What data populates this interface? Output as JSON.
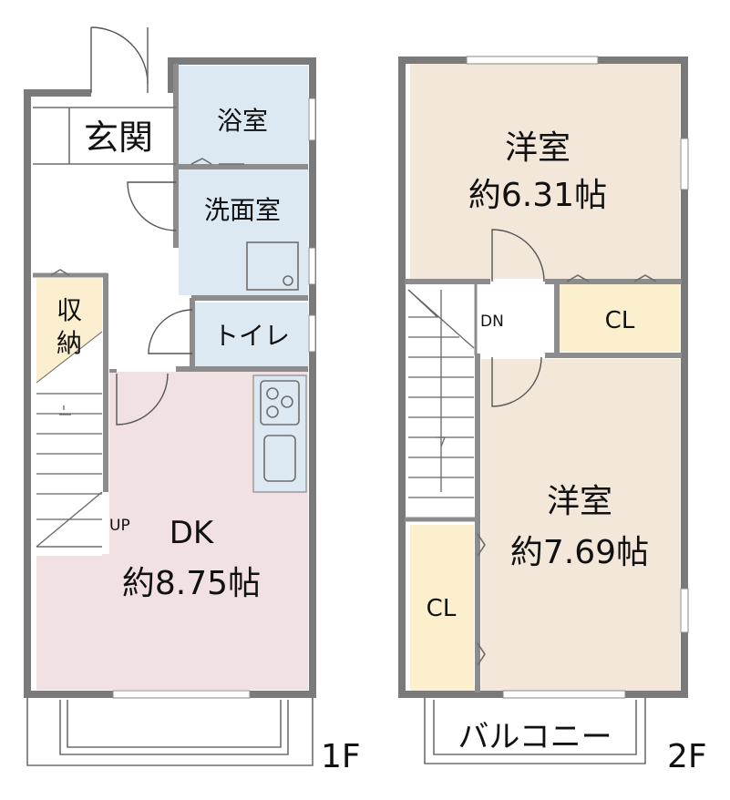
{
  "floor1": {
    "label": "1F",
    "rooms": {
      "genkan": "玄関",
      "bath": "浴室",
      "washroom": "洗面室",
      "toilet": "トイレ",
      "storage": "収\n納",
      "dk_name": "DK",
      "dk_size": "約8.75帖",
      "stair_dir": "UP"
    }
  },
  "floor2": {
    "label": "2F",
    "rooms": {
      "western1_name": "洋室",
      "western1_size": "約6.31帖",
      "western2_name": "洋室",
      "western2_size": "約7.69帖",
      "closet1": "CL",
      "closet2": "CL",
      "stair_dir": "DN",
      "balcony": "バルコニー"
    }
  },
  "colors": {
    "wall": "#8c8c8c",
    "bath_blue": "#dce9f3",
    "dk_pink": "#f1e1e2",
    "storage_yellow": "#fbefcf",
    "western_beige": "#f3e7da",
    "closet_yellow": "#fcefcd",
    "corridor_white": "#ffffff"
  }
}
